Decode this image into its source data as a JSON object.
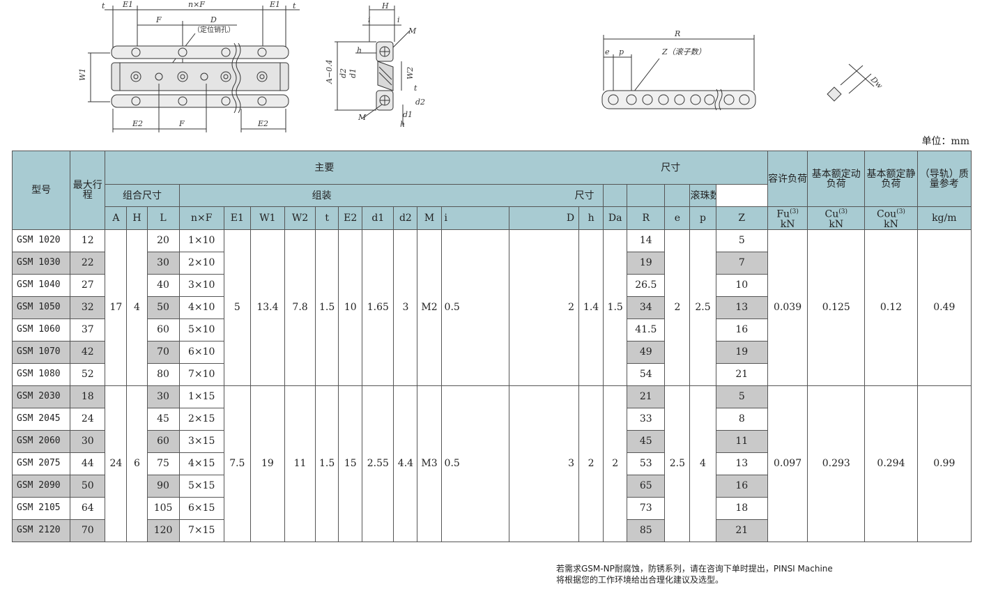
{
  "diagram_labels": {
    "top_dims": [
      "t",
      "E1",
      "n×F",
      "E1",
      "t"
    ],
    "F": "F",
    "D": "D",
    "pin_hole": "（定位销孔）",
    "W1": "W1",
    "E2": "E2",
    "F_bottom": "F",
    "E2_right": "E2",
    "H": "H",
    "i_left": "i",
    "i_right": "i",
    "M_top": "M",
    "b": "h",
    "A": "A−0.4",
    "d2": "d2",
    "d1": "d1",
    "W2": "W2",
    "t2": "t",
    "d2b": "d2",
    "d1b": "d1",
    "M_bottom": "M",
    "h_bottom": "h",
    "R": "R",
    "e": "e",
    "p": "p",
    "Z": "Z（滚子数）",
    "Dw": "Dw"
  },
  "unit": "单位：mm",
  "header": {
    "model": "型号",
    "stroke": "最大行程",
    "main": "主要",
    "dims": "尺寸",
    "combo": "组合尺寸",
    "assembly": "组装",
    "dims2": "尺寸",
    "balls": "滚珠数量",
    "allow": "容许负荷",
    "dyn": "基本额定动负荷",
    "stat": "基本额定静负荷",
    "mass": "（导轨）质量参考",
    "cols": [
      "A",
      "H",
      "L",
      "n×F",
      "E1",
      "W1",
      "W2",
      "t",
      "E2",
      "d1",
      "d2",
      "M",
      "i",
      "D",
      "h",
      "Da",
      "R",
      "e",
      "p",
      "Z"
    ],
    "fu": "Fu",
    "cu": "Cu",
    "cou": "Cou",
    "sup": "(3)",
    "kn1": "kN",
    "kn2": "kN",
    "kn3": "kN",
    "kgm": "kg/m"
  },
  "rows": [
    {
      "model": "GSM 1020",
      "stroke": "12",
      "L": "20",
      "nF": "1×10",
      "R": "14",
      "Z": "5"
    },
    {
      "model": "GSM 1030",
      "stroke": "22",
      "L": "30",
      "nF": "2×10",
      "R": "19",
      "Z": "7"
    },
    {
      "model": "GSM 1040",
      "stroke": "27",
      "L": "40",
      "nF": "3×10",
      "R": "26.5",
      "Z": "10"
    },
    {
      "model": "GSM 1050",
      "stroke": "32",
      "L": "50",
      "nF": "4×10",
      "R": "34",
      "Z": "13"
    },
    {
      "model": "GSM 1060",
      "stroke": "37",
      "L": "60",
      "nF": "5×10",
      "R": "41.5",
      "Z": "16"
    },
    {
      "model": "GSM 1070",
      "stroke": "42",
      "L": "70",
      "nF": "6×10",
      "R": "49",
      "Z": "19"
    },
    {
      "model": "GSM 1080",
      "stroke": "52",
      "L": "80",
      "nF": "7×10",
      "R": "54",
      "Z": "21"
    },
    {
      "model": "GSM 2030",
      "stroke": "18",
      "L": "30",
      "nF": "1×15",
      "R": "21",
      "Z": "5"
    },
    {
      "model": "GSM 2045",
      "stroke": "24",
      "L": "45",
      "nF": "2×15",
      "R": "33",
      "Z": "8"
    },
    {
      "model": "GSM 2060",
      "stroke": "30",
      "L": "60",
      "nF": "3×15",
      "R": "45",
      "Z": "11"
    },
    {
      "model": "GSM 2075",
      "stroke": "44",
      "L": "75",
      "nF": "4×15",
      "R": "53",
      "Z": "13"
    },
    {
      "model": "GSM 2090",
      "stroke": "50",
      "L": "90",
      "nF": "5×15",
      "R": "65",
      "Z": "16"
    },
    {
      "model": "GSM 2105",
      "stroke": "64",
      "L": "105",
      "nF": "6×15",
      "R": "73",
      "Z": "18"
    },
    {
      "model": "GSM 2120",
      "stroke": "70",
      "L": "120",
      "nF": "7×15",
      "R": "85",
      "Z": "21"
    }
  ],
  "groups": [
    {
      "A": "17",
      "H": "4",
      "E1": "5",
      "W1": "13.4",
      "W2": "7.8",
      "t": "1.5",
      "E2": "10",
      "d1": "1.65",
      "d2": "3",
      "M": "M2",
      "i": "0.5",
      "D": "2",
      "h": "1.4",
      "Da": "1.5",
      "e": "2",
      "p": "2.5",
      "Fu": "0.039",
      "Cu": "0.125",
      "Cou": "0.12",
      "mass": "0.49"
    },
    {
      "A": "24",
      "H": "6",
      "E1": "7.5",
      "W1": "19",
      "W2": "11",
      "t": "1.5",
      "E2": "15",
      "d1": "2.55",
      "d2": "4.4",
      "M": "M3",
      "i": "0.5",
      "D": "3",
      "h": "2",
      "Da": "2",
      "e": "2.5",
      "p": "4",
      "Fu": "0.097",
      "Cu": "0.293",
      "Cou": "0.294",
      "mass": "0.99"
    }
  ],
  "note": {
    "line1": "若需求GSM-NP耐腐蚀，防锈系列，请在咨询下单时提出，PINSI Machine",
    "line2": "将根据您的工作环境给出合理化建议及选型。"
  }
}
